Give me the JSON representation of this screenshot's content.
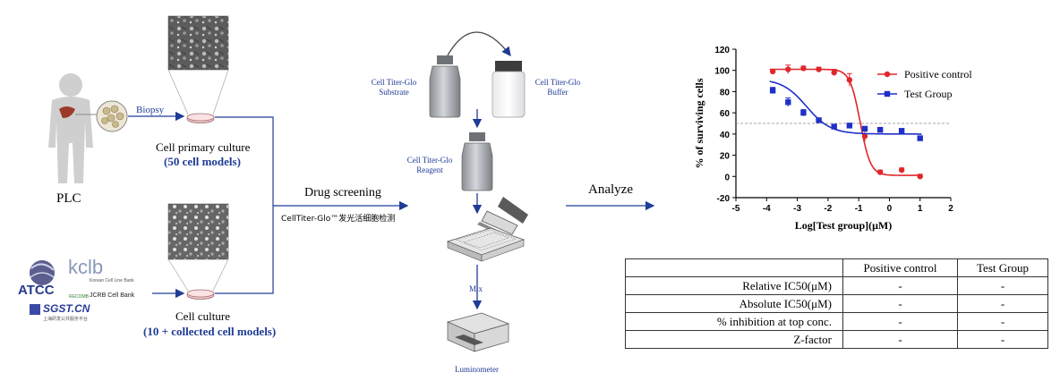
{
  "left": {
    "plc_label": "PLC",
    "biopsy_label": "Biopsy",
    "primary_culture_title": "Cell primary culture",
    "primary_culture_models": "(50 cell models)",
    "culture_title": "Cell  culture",
    "culture_models": "(10 + collected cell models)",
    "logos": {
      "atcc": "ATCC",
      "kclb": "kclb",
      "kclb_sub": "Korean Cell Line Bank",
      "jcrb": "JCRB Cell Bank",
      "sgst": "SGST.CN",
      "sgst_sub": "上海研发公共服务平台",
      "recombio": "RECOMB"
    }
  },
  "middle": {
    "drug_screening": "Drug screening",
    "assay_name": "CellTiter-Glo™发光活细胞检测",
    "substrate_label": [
      "Cell Titer-Glo",
      "Substrate"
    ],
    "buffer_label": [
      "Cell Titer-Glo",
      "Buffer"
    ],
    "reagent_label": [
      "Cell Titer-Glo",
      "Reagent"
    ],
    "mix_label": "Mix",
    "luminometer_label": "Luminometer"
  },
  "analyze_label": "Analyze",
  "chart_data": {
    "type": "scatter",
    "xlabel": "Log[Test group](μM)",
    "ylabel": "% of surviving cells",
    "xlim": [
      -5,
      2
    ],
    "ylim": [
      -20,
      120
    ],
    "xticks": [
      -5,
      -4,
      -3,
      -2,
      -1,
      0,
      1,
      2
    ],
    "yticks": [
      -20,
      0,
      20,
      40,
      60,
      80,
      100,
      120
    ],
    "reference_line_y": 50,
    "legend_position": "top-right",
    "series": [
      {
        "name": "Positive control",
        "color": "#e0262b",
        "marker": "circle",
        "x": [
          -3.8,
          -3.3,
          -2.8,
          -2.3,
          -1.8,
          -1.3,
          -0.8,
          -0.3,
          0.4,
          1.0
        ],
        "y": [
          99,
          101,
          102,
          101,
          98,
          91,
          38,
          4,
          6,
          0
        ],
        "err": [
          2,
          4,
          2,
          2,
          3,
          6,
          5,
          2,
          2,
          2
        ]
      },
      {
        "name": "Test Group",
        "color": "#1f2fc8",
        "marker": "square",
        "x": [
          -3.8,
          -3.3,
          -2.8,
          -2.3,
          -1.8,
          -1.3,
          -0.8,
          -0.3,
          0.4,
          1.0
        ],
        "y": [
          81,
          70,
          60,
          53,
          47,
          48,
          45,
          44,
          43,
          36
        ],
        "err": [
          3,
          4,
          3,
          2,
          2,
          2,
          2,
          2,
          2,
          2
        ]
      }
    ]
  },
  "results_table": {
    "headers": [
      "",
      "Positive control",
      "Test Group"
    ],
    "rows": [
      {
        "label": "Relative IC50(μM)",
        "positive": "-",
        "test": "-"
      },
      {
        "label": "Absolute IC50(μM)",
        "positive": "-",
        "test": "-"
      },
      {
        "label": "% inhibition at top conc.",
        "positive": "-",
        "test": "-"
      },
      {
        "label": "Z-factor",
        "positive": "-",
        "test": "-"
      }
    ]
  },
  "colors": {
    "arrow_blue": "#1f3c96",
    "text_blue": "#1f3c96"
  }
}
